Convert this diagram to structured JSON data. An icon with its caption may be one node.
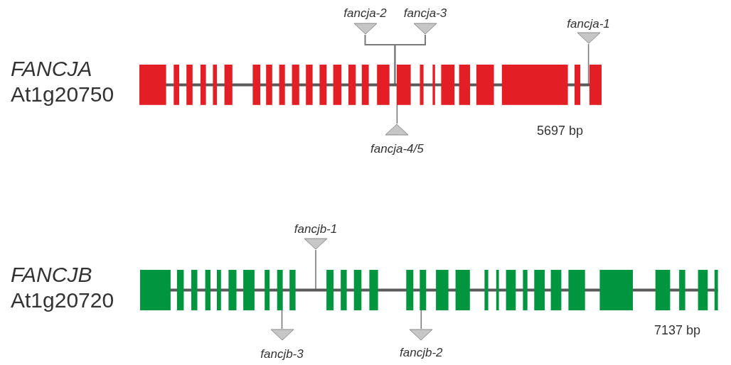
{
  "diagram": {
    "nodes": [
      {
        "text": [
          "fancja-2"
        ]
      },
      {
        "text": [
          "fancja-3"
        ]
      },
      {
        "text": [
          "fancja-1"
        ]
      },
      {
        "text": [],
        "shape": "bar",
        "beside": [
          "FANCJA",
          "At1g20750",
          "5697 bp"
        ]
      },
      {
        "text": [
          "fancja-4/5"
        ]
      },
      {
        "text": [
          "fancjb-1"
        ]
      },
      {
        "text": [],
        "shape": "bar",
        "beside": [
          "FANCJB",
          "At1g20720",
          "7137 bp"
        ]
      },
      {
        "text": [
          "fancjb-3"
        ]
      },
      {
        "text": [
          "fancjb-2"
        ]
      }
    ],
    "edges": [
      {
        "from": 0,
        "to": 3,
        "arrow": "none"
      },
      {
        "from": 1,
        "to": 3,
        "arrow": "none"
      },
      {
        "from": 2,
        "to": 3,
        "arrow": "none"
      },
      {
        "from": 4,
        "to": 3,
        "arrow": "none"
      },
      {
        "from": 5,
        "to": 6,
        "arrow": "none"
      },
      {
        "from": 7,
        "to": 6,
        "arrow": "none"
      },
      {
        "from": 8,
        "to": 6,
        "arrow": "none"
      }
    ]
  }
}
